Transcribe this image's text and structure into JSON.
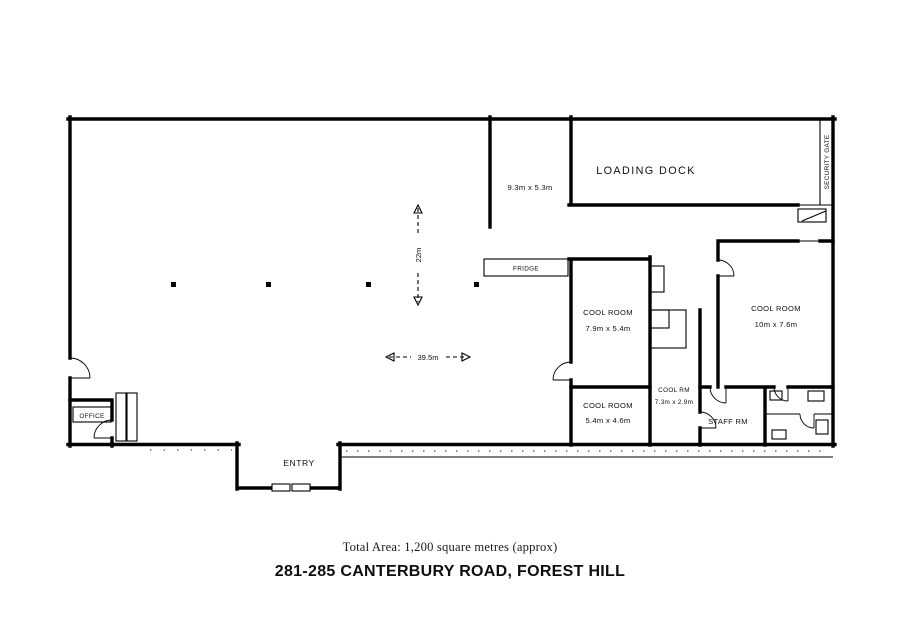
{
  "plan": {
    "title": "281-285 CANTERBURY ROAD, FOREST HILL",
    "total_area": "Total Area: 1,200 square metres (approx)",
    "labels": {
      "loading_dock": "LOADING DOCK",
      "security_gate": "SECURITY GATE",
      "fridge": "FRIDGE",
      "entry": "ENTRY",
      "office": "OFFICE",
      "staff_rm": "STAFF RM",
      "bay_dims": "9.3m x 5.3m",
      "cool_room_a_name": "COOL ROOM",
      "cool_room_a_dims": "7.9m x 5.4m",
      "cool_room_b_name": "COOL ROOM",
      "cool_room_b_dims": "10m x 7.6m",
      "cool_room_c_name": "COOL ROOM",
      "cool_room_c_dims": "5.4m x 4.6m",
      "cool_rm_name": "COOL RM",
      "cool_rm_dims": "7.3m x 2.9m",
      "width_dim": "39.5m",
      "depth_dim": "22m"
    }
  }
}
